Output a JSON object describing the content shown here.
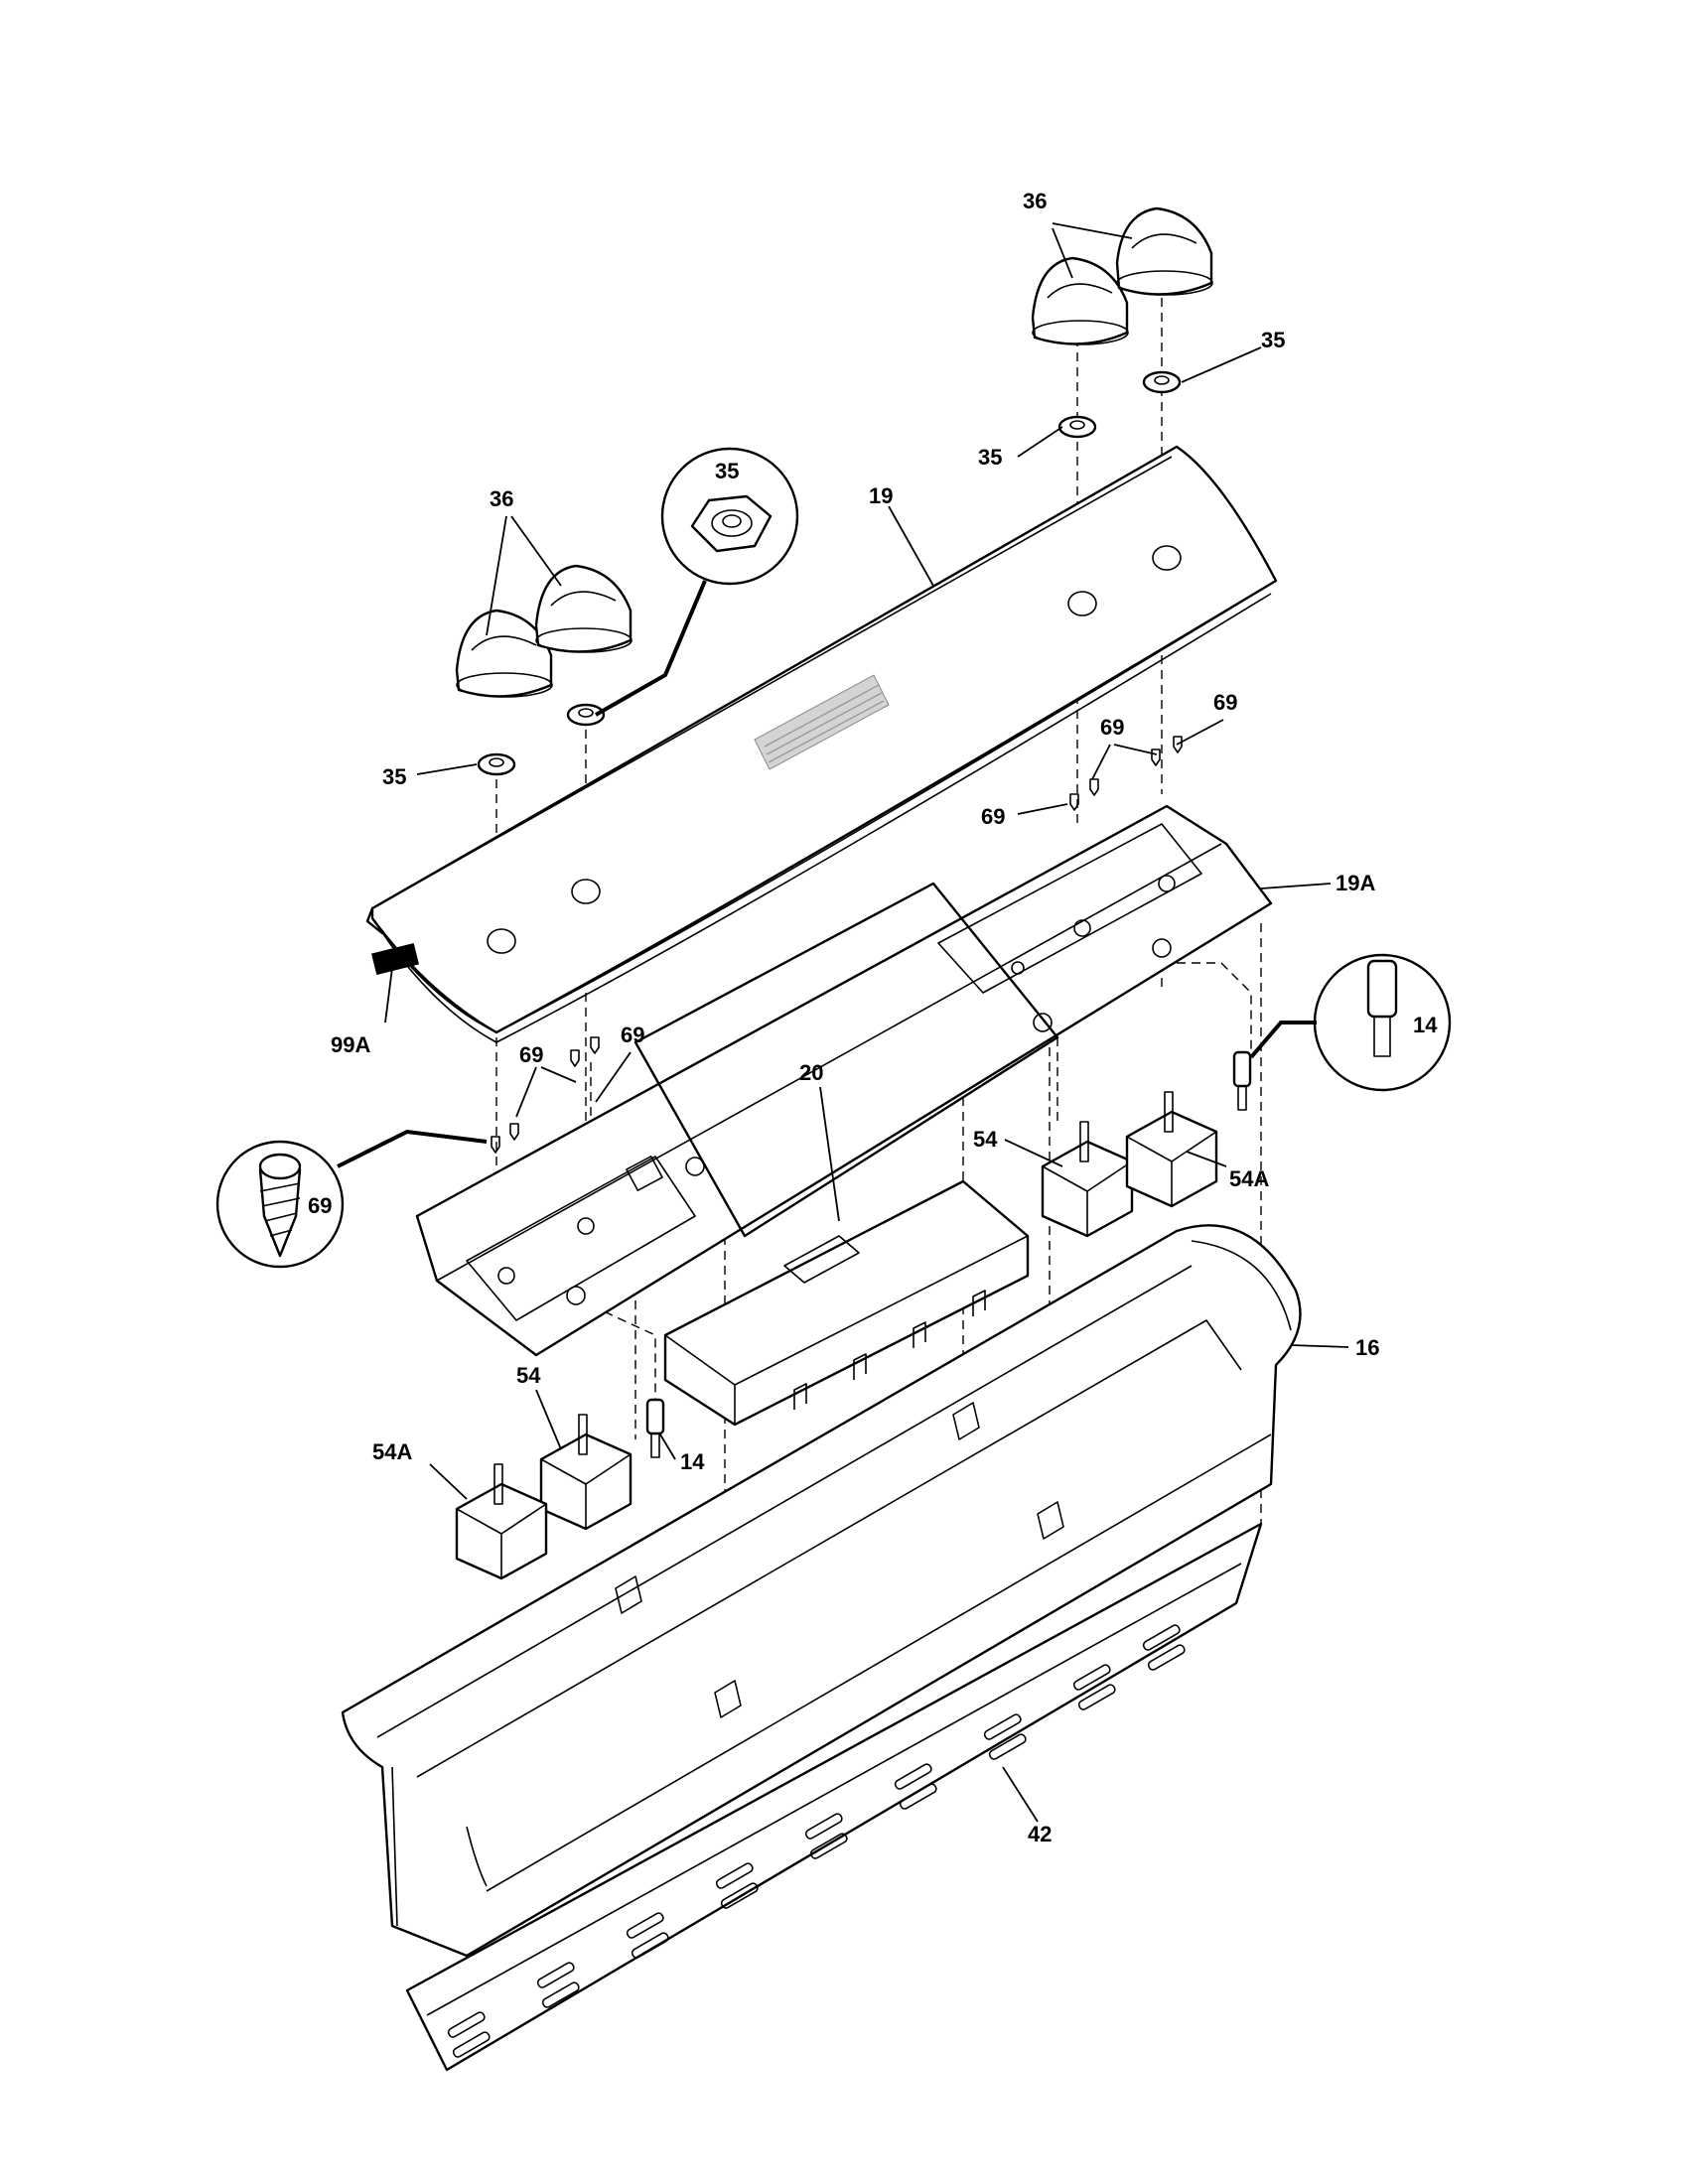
{
  "callouts": {
    "c36_top": "36",
    "c35_top_right": "35",
    "c35_mid_right": "35",
    "c19": "19",
    "c35_inset": "35",
    "c36_left": "36",
    "c35_left": "35",
    "c69_a": "69",
    "c69_b": "69",
    "c69_c": "69",
    "c19A": "19A",
    "c99A": "99A",
    "c69_d": "69",
    "c69_e": "69",
    "c14_inset": "14",
    "c20": "20",
    "c54_right": "54",
    "c54A_right": "54A",
    "c69_inset": "69",
    "c16": "16",
    "c54_left": "54",
    "c54A_left": "54A",
    "c14_mid": "14",
    "c42": "42"
  }
}
